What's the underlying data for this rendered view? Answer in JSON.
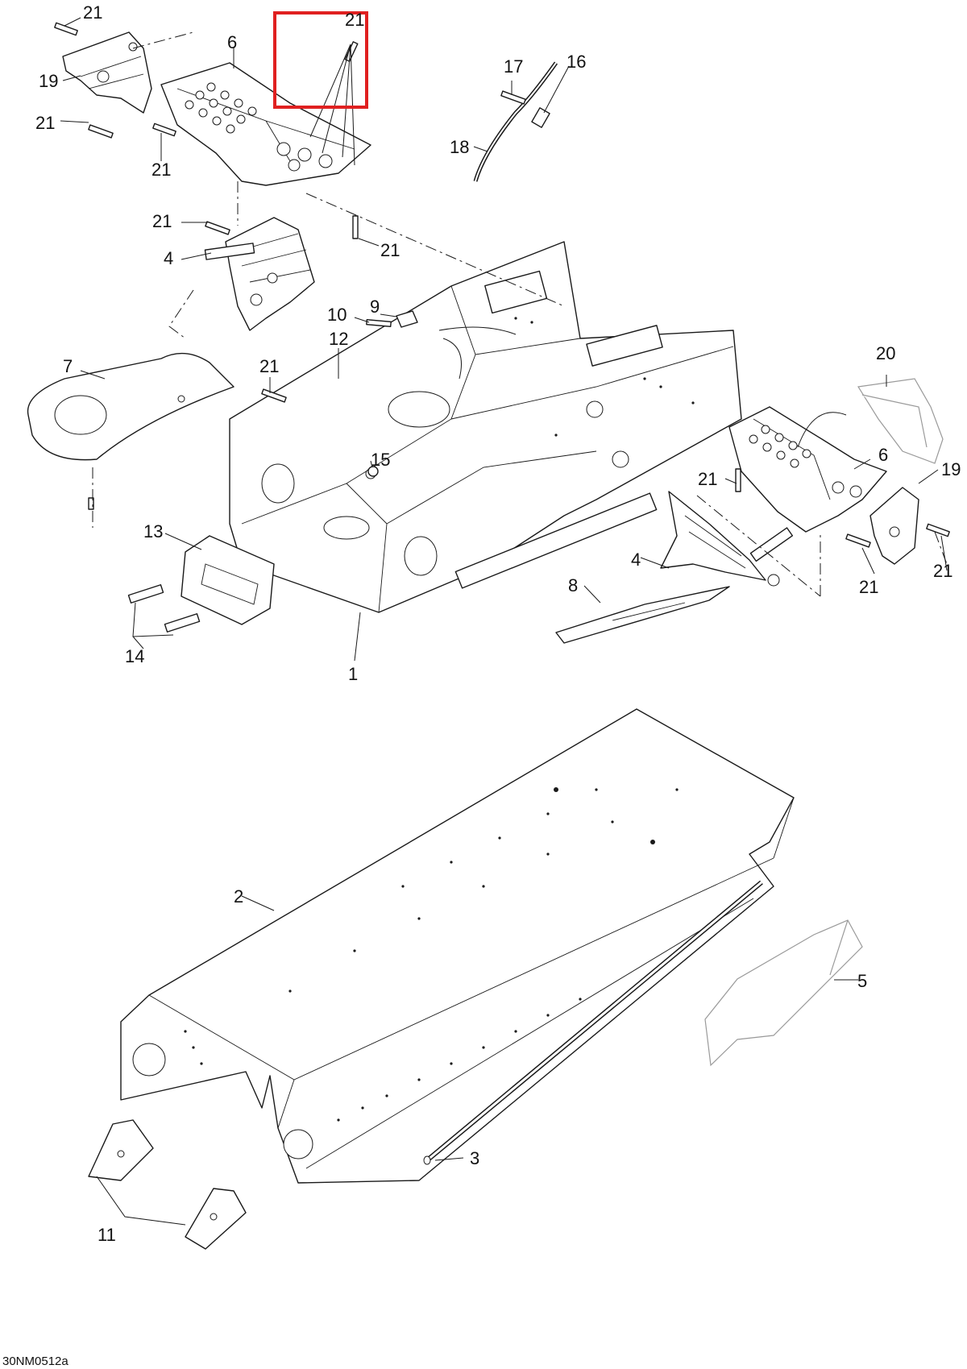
{
  "diagram_code": "30NM0512a",
  "highlight_color": "#e02020",
  "callouts": {
    "c1": "1",
    "c2": "2",
    "c3": "3",
    "c4a": "4",
    "c4b": "4",
    "c5": "5",
    "c6a": "6",
    "c6b": "6",
    "c7": "7",
    "c8": "8",
    "c9": "9",
    "c10": "10",
    "c11": "11",
    "c12": "12",
    "c13": "13",
    "c14": "14",
    "c15": "15",
    "c16": "16",
    "c17": "17",
    "c18": "18",
    "c19a": "19",
    "c19b": "19",
    "c20": "20",
    "c21_hl": "21",
    "c21a": "21",
    "c21b": "21",
    "c21c": "21",
    "c21d": "21",
    "c21e": "21",
    "c21f": "21",
    "c21g": "21",
    "c21h": "21",
    "c21i": "21"
  }
}
